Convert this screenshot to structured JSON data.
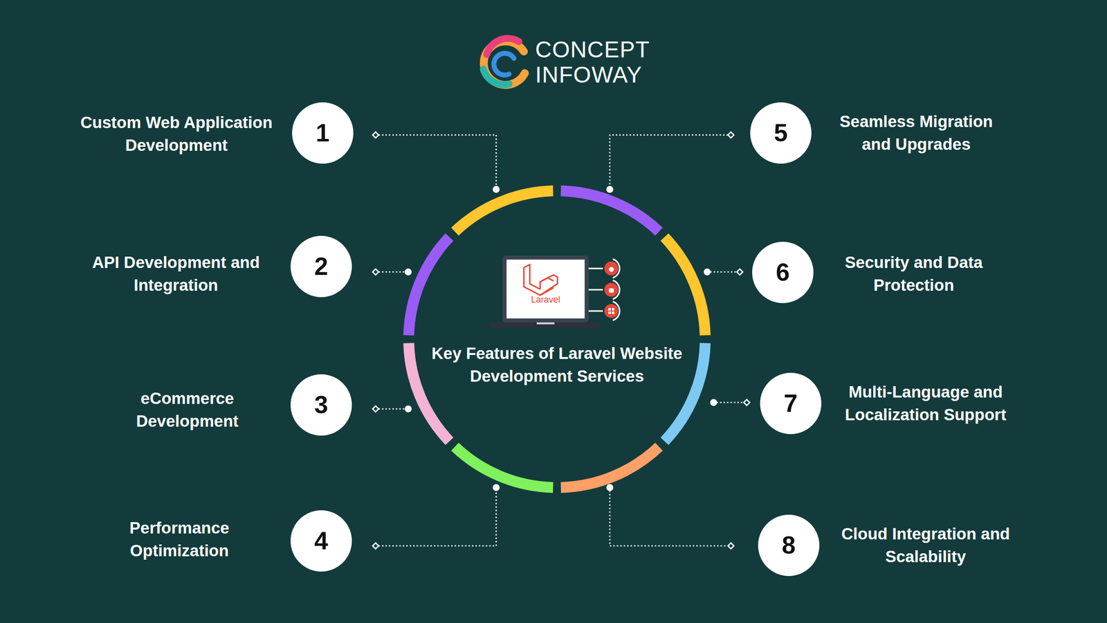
{
  "diagram": {
    "title": "Key Features of Laravel Website Development Services",
    "nodes": [
      {
        "text": [
          "1",
          "Custom Web Application Development"
        ]
      },
      {
        "text": [
          "2",
          "API Development and Integration"
        ]
      },
      {
        "text": [
          "3",
          "eCommerce Development"
        ]
      },
      {
        "text": [
          "4",
          "Performance Optimization"
        ]
      },
      {
        "text": [
          "5",
          "Seamless Migration and Upgrades"
        ]
      },
      {
        "text": [
          "6",
          "Security and Data Protection"
        ]
      },
      {
        "text": [
          "7",
          "Multi-Language and Localization Support"
        ]
      },
      {
        "text": [
          "8",
          "Cloud Integration and Scalability"
        ]
      }
    ],
    "labels": [
      "CONCEPT",
      "INFOWAY",
      "Laravel"
    ]
  }
}
